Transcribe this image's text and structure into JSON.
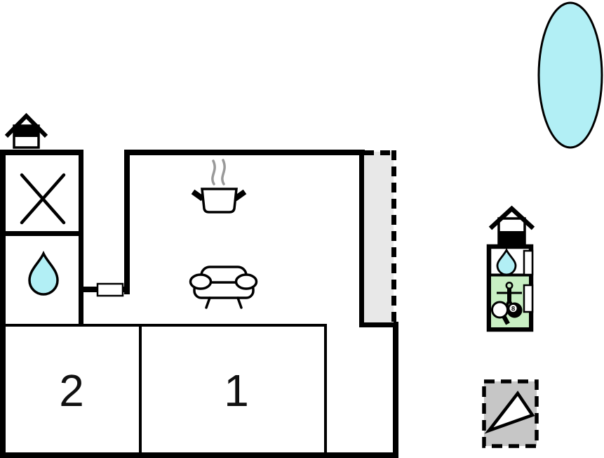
{
  "floorplan": {
    "bedrooms": [
      {
        "label": "2"
      },
      {
        "label": "1"
      }
    ],
    "symbols": {
      "entrance": "house-icon",
      "crossed_area": "x-cross-icon",
      "bathroom": "water-drop-icon",
      "kitchen": "cooking-pot-with-steam-icon",
      "living": "sofa-icon",
      "terrace": "dashed-gray-strip",
      "door": "white-door-marker"
    }
  },
  "annex": {
    "entrance": "house-icon",
    "bathroom": "water-drop-icon",
    "game_room_icons": [
      "foosball-player-icon",
      "table-tennis-paddle-icon",
      "billiard-8ball-icon"
    ],
    "billiard_ball_number": "8"
  },
  "pool": {
    "symbol": "pool-ellipse"
  },
  "compass": {
    "symbol": "triangle-in-dashed-square"
  },
  "colors": {
    "walls": "#000000",
    "water_cyan": "#b2eff5",
    "game_room_green": "#c8efc3",
    "terrace_gray": "#e8e8e8",
    "compass_gray": "#c6c6c6",
    "steam_gray": "#999999",
    "background": "#ffffff"
  }
}
